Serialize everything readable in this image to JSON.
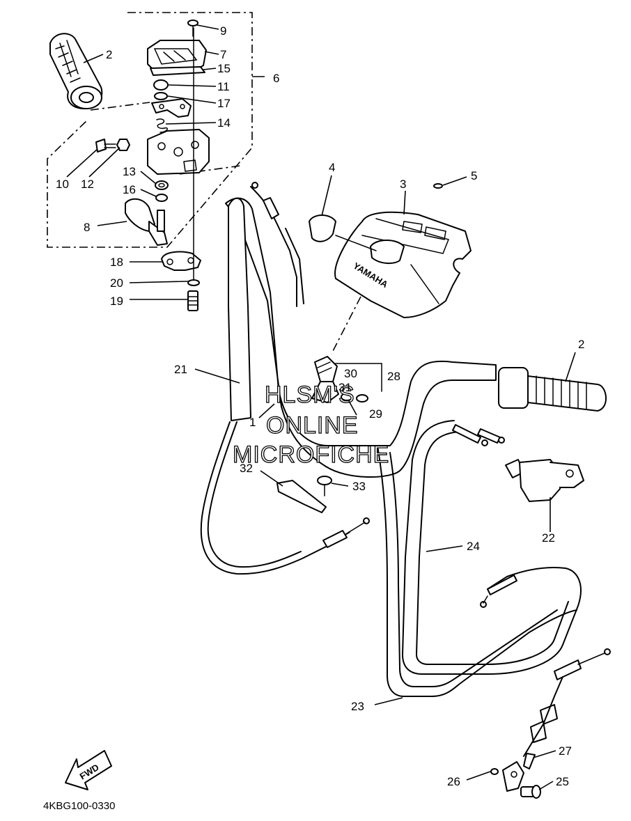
{
  "diagram": {
    "code": "4KBG100-0330",
    "brand_text": "YAMAHA",
    "fwd_text": "FWD",
    "watermark": [
      "HLSM'S",
      "ONLINE",
      "MICROFICHE"
    ],
    "callouts": {
      "c1": "1",
      "c2a": "2",
      "c2b": "2",
      "c3": "3",
      "c4": "4",
      "c5": "5",
      "c6": "6",
      "c7": "7",
      "c8": "8",
      "c9": "9",
      "c10": "10",
      "c11": "11",
      "c12": "12",
      "c13": "13",
      "c14": "14",
      "c15": "15",
      "c16": "16",
      "c17": "17",
      "c18": "18",
      "c19": "19",
      "c20": "20",
      "c21": "21",
      "c22": "22",
      "c23": "23",
      "c24": "24",
      "c25": "25",
      "c26": "26",
      "c27": "27",
      "c28": "28",
      "c29": "29",
      "c30": "30",
      "c31": "31",
      "c32": "32",
      "c33": "33"
    }
  }
}
